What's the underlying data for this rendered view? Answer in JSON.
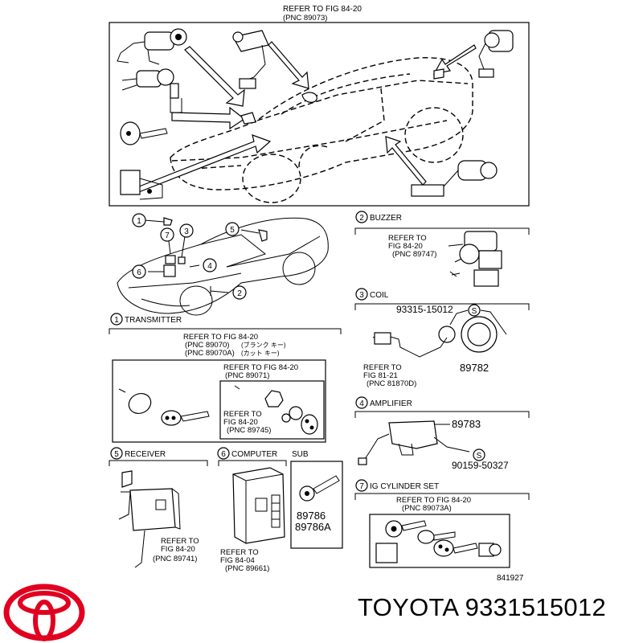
{
  "top_ref": {
    "line1": "REFER TO FIG 84-20",
    "line2": "(PNC 89073)"
  },
  "legend": [
    {
      "num": "1"
    },
    {
      "num": "2"
    },
    {
      "num": "3"
    },
    {
      "num": "4"
    },
    {
      "num": "5"
    },
    {
      "num": "6"
    },
    {
      "num": "7"
    }
  ],
  "sections": {
    "buzzer": {
      "num": "2",
      "title": "BUZZER",
      "ref": [
        "REFER TO",
        "FIG 84-20",
        "(PNC 89747)"
      ]
    },
    "coil": {
      "num": "3",
      "title": "COIL",
      "part_top": "93315-15012",
      "s_mark": "S",
      "part": "89782",
      "ref": [
        "REFER TO",
        "FIG 81-21",
        "(PNC 81870D)"
      ]
    },
    "amplifier": {
      "num": "4",
      "title": "AMPLIFIER",
      "part": "89783",
      "s_mark": "S",
      "part_bottom": "90159-50327"
    },
    "transmitter": {
      "num": "1",
      "title": "TRANSMITTER",
      "ref_a": [
        "REFER TO FIG 84-20",
        "(PNC 89070)",
        "(PNC 89070A)"
      ],
      "notes": [
        "(ブランク キー)",
        "(カット キー)"
      ],
      "ref_b": [
        "REFER TO FIG 84-20",
        "(PNC 89071)"
      ],
      "ref_c": [
        "REFER TO",
        "FIG 84-20",
        "(PNC 89745)"
      ]
    },
    "receiver": {
      "num": "5",
      "title": "RECEIVER",
      "ref": [
        "REFER TO",
        "FIG 84-20",
        "(PNC 89741)"
      ]
    },
    "computer": {
      "num": "6",
      "title": "COMPUTER",
      "ref": [
        "REFER TO",
        "FIG 84-04",
        "(PNC 89661)"
      ]
    },
    "sub": {
      "title": "SUB",
      "parts": [
        "89786",
        "89786A"
      ]
    },
    "ig_cylinder": {
      "num": "7",
      "title": "IG CYLINDER SET",
      "ref": [
        "REFER TO FIG 84-20",
        "(PNC 89073A)"
      ]
    }
  },
  "diagram_id": "841927",
  "brand": {
    "text": "TOYOTA 9331515012",
    "logo_color": "#e1001f"
  }
}
